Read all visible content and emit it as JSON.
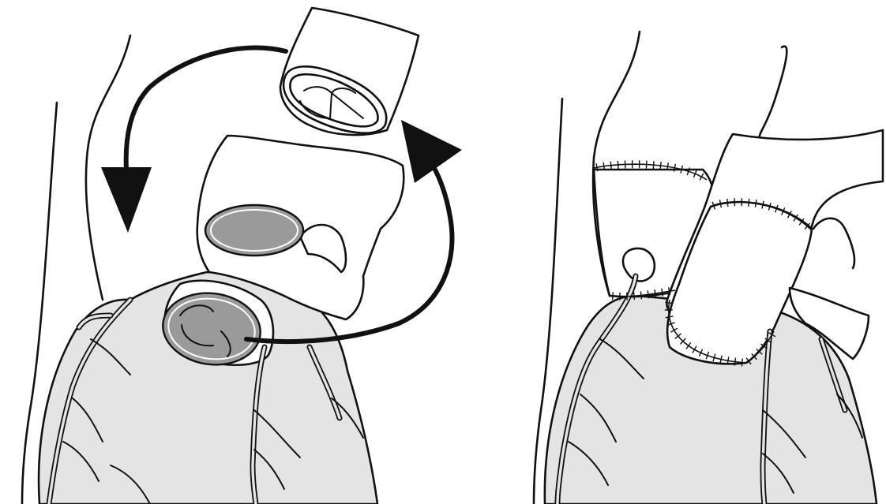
{
  "figure": {
    "panels": [
      {
        "id": "left",
        "subject": "before-translocation"
      },
      {
        "id": "right",
        "subject": "after-translocation"
      }
    ],
    "colors": {
      "background": "#ffffff",
      "outline": "#111111",
      "myocardium": "#e4e4e4",
      "ostium": "#9a9a9a",
      "arrow": "#111111"
    },
    "icons": [
      "curved-arrow-down-icon",
      "curved-arrow-up-icon"
    ]
  }
}
